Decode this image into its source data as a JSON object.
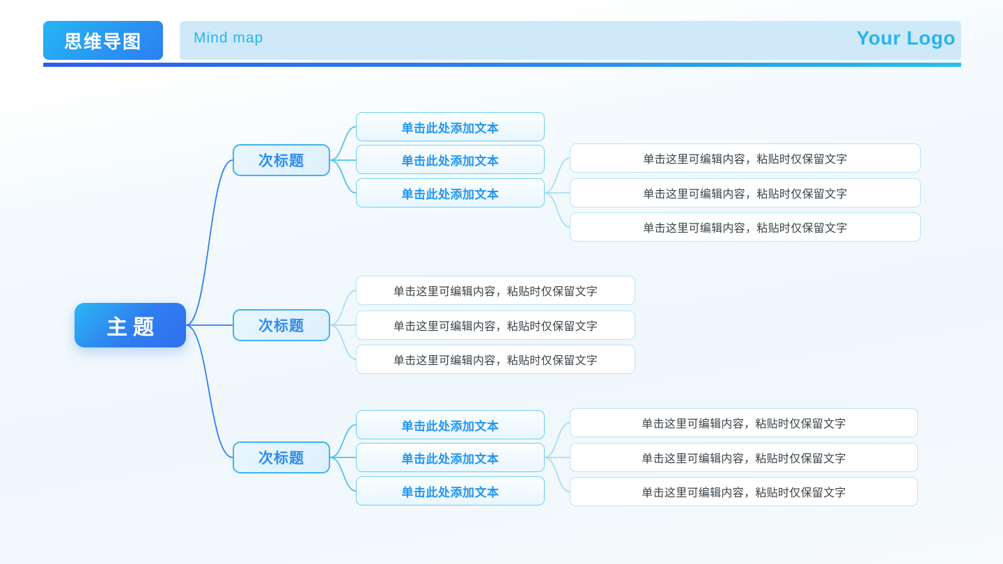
{
  "header": {
    "tag_label": "思维导图",
    "subtitle": "Mind map",
    "logo": "Your Logo",
    "colors": {
      "tag_from": "#26b6f5",
      "tag_to": "#2d7ef0",
      "strip": "#cfe9f8",
      "accent": "#29b4ef",
      "rule_from": "#2d5ef0",
      "rule_to": "#25c0ee"
    }
  },
  "mindmap": {
    "root": {
      "label": "主题"
    },
    "branches": [
      {
        "label": "次标题",
        "children": [
          {
            "label": "单击此处添加文本",
            "details": [
              "单击这里可编辑内容，粘贴时仅保留文字"
            ]
          },
          {
            "label": "单击此处添加文本",
            "details": [
              "单击这里可编辑内容，粘贴时仅保留文字"
            ]
          },
          {
            "label": "单击此处添加文本",
            "details": [
              "单击这里可编辑内容，粘贴时仅保留文字"
            ]
          }
        ]
      },
      {
        "label": "次标题",
        "children": [
          {
            "label": "单击这里可编辑内容，粘贴时仅保留文字",
            "details": []
          },
          {
            "label": "单击这里可编辑内容，粘贴时仅保留文字",
            "details": []
          },
          {
            "label": "单击这里可编辑内容，粘贴时仅保留文字",
            "details": []
          }
        ]
      },
      {
        "label": "次标题",
        "children": [
          {
            "label": "单击此处添加文本",
            "details": [
              "单击这里可编辑内容，粘贴时仅保留文字"
            ]
          },
          {
            "label": "单击此处添加文本",
            "details": [
              "单击这里可编辑内容，粘贴时仅保留文字"
            ]
          },
          {
            "label": "单击此处添加文本",
            "details": [
              "单击这里可编辑内容，粘贴时仅保留文字"
            ]
          }
        ]
      }
    ],
    "link_colors": {
      "level1": "#2f7ff0",
      "level2": "#4ec2f0",
      "level3": "#a9dcf2"
    }
  }
}
